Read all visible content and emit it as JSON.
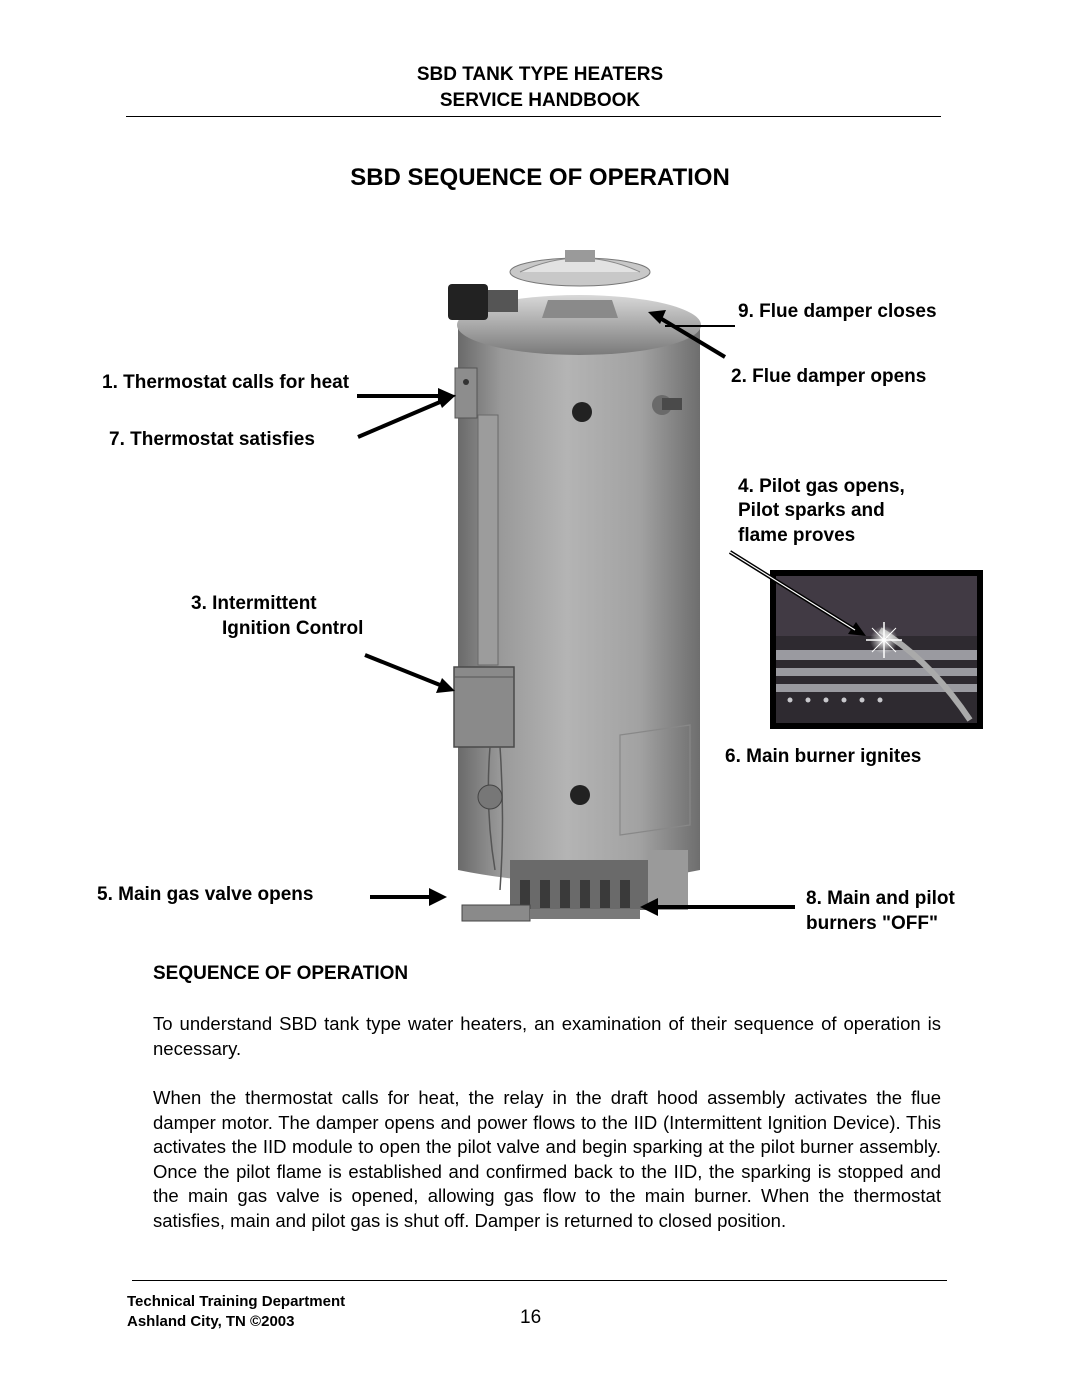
{
  "header": {
    "line1": "SBD TANK TYPE HEATERS",
    "line2": "SERVICE HANDBOOK"
  },
  "title": "SBD SEQUENCE OF OPERATION",
  "diagram": {
    "labels": {
      "l1": "1.  Thermostat calls for heat",
      "l7": "7.  Thermostat satisfies",
      "l3a": "3.  Intermittent",
      "l3b": "Ignition Control",
      "l5": "5.  Main gas valve opens",
      "l9": "9.  Flue damper closes",
      "l2": "2.  Flue damper opens",
      "l4a": "4.  Pilot gas opens,",
      "l4b": "Pilot sparks and",
      "l4c": "flame proves",
      "l6": "6.  Main burner ignites",
      "l8a": "8.  Main and pilot",
      "l8b": "burners \"OFF\""
    }
  },
  "section_heading": "SEQUENCE OF OPERATION",
  "paragraphs": {
    "p1": "To understand SBD tank type water heaters, an examination of their sequence of operation is necessary.",
    "p2": "When the thermostat calls for heat, the relay in the draft hood assembly activates the flue damper motor.  The damper opens and power flows to the IID (Intermittent Ignition Device).  This activates the IID module to open the pilot valve and begin sparking at the pilot burner assembly.  Once the pilot flame is established and confirmed back to the IID, the sparking is stopped and the main gas valve is opened, allowing gas flow to the main burner.  When the thermostat satisfies, main and pilot gas is shut off.  Damper is returned to closed position."
  },
  "footer": {
    "dept": "Technical Training Department",
    "location": "Ashland City, TN  ©2003",
    "page_number": "16"
  }
}
